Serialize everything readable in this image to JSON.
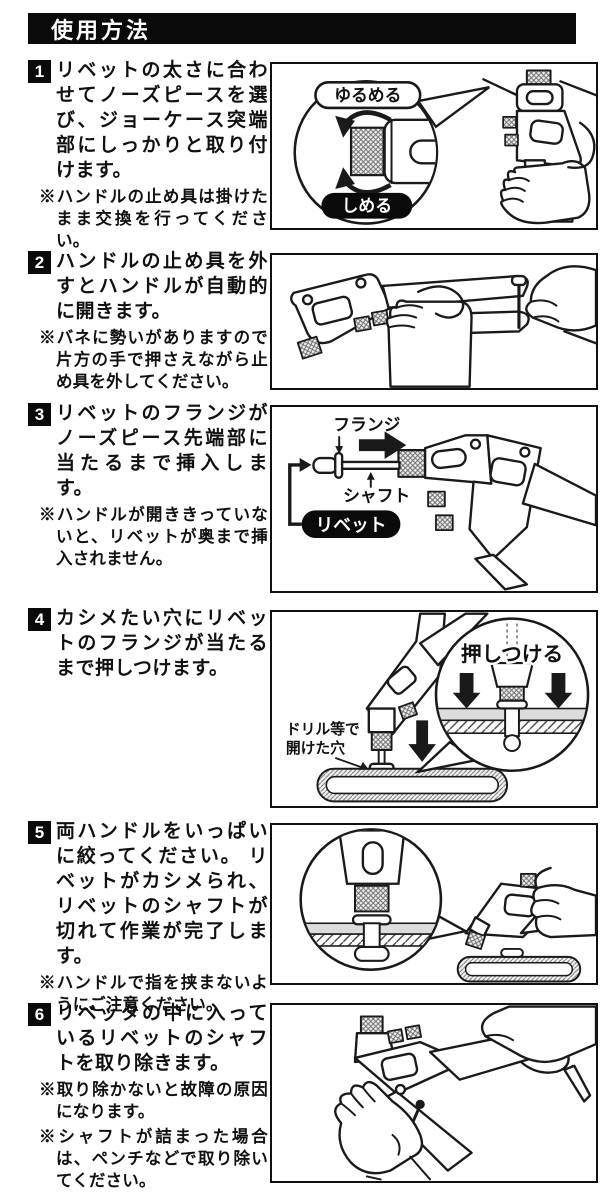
{
  "header": {
    "title": "使用方法"
  },
  "labels": {
    "loosen": "ゆるめる",
    "tighten": "しめる",
    "flange": "フランジ",
    "shaft": "シャフト",
    "rivet": "リベット",
    "press": "押しつける",
    "drill_hole_line1": "ドリル等で",
    "drill_hole_line2": "開けた穴"
  },
  "steps": [
    {
      "number": "1",
      "text": "リベットの太さに合わせてノーズピースを選び、ジョーケース突端部にしっかりと取り付けます。",
      "notes": [
        "※ハンドルの止め具は掛けたまま交換を行ってください。"
      ]
    },
    {
      "number": "2",
      "text": "ハンドルの止め具を外すとハンドルが自動的に開きます。",
      "notes": [
        "※バネに勢いがありますので片方の手で押さえながら止め具を外してください。"
      ]
    },
    {
      "number": "3",
      "text": "リベットのフランジがノーズピース先端部に当たるまで挿入します。",
      "notes": [
        "※ハンドルが開ききっていないと、リベットが奥まで挿入されません。"
      ]
    },
    {
      "number": "4",
      "text": "カシメたい穴にリベットのフランジが当たるまで押しつけます。",
      "notes": []
    },
    {
      "number": "5",
      "text": "両ハンドルをいっぱいに絞ってください。 リベットがカシメられ、リベットのシャフトが切れて作業が完了します。",
      "notes": [
        "※ハンドルで指を挟まないようにご注意ください。"
      ]
    },
    {
      "number": "6",
      "text": "リベッタの中に入っているリベットのシャフトを取り除きます。",
      "notes": [
        "※取り除かないと故障の原因になります。",
        "※シャフトが詰まった場合は、ペンチなどで取り除いてください。"
      ]
    }
  ]
}
